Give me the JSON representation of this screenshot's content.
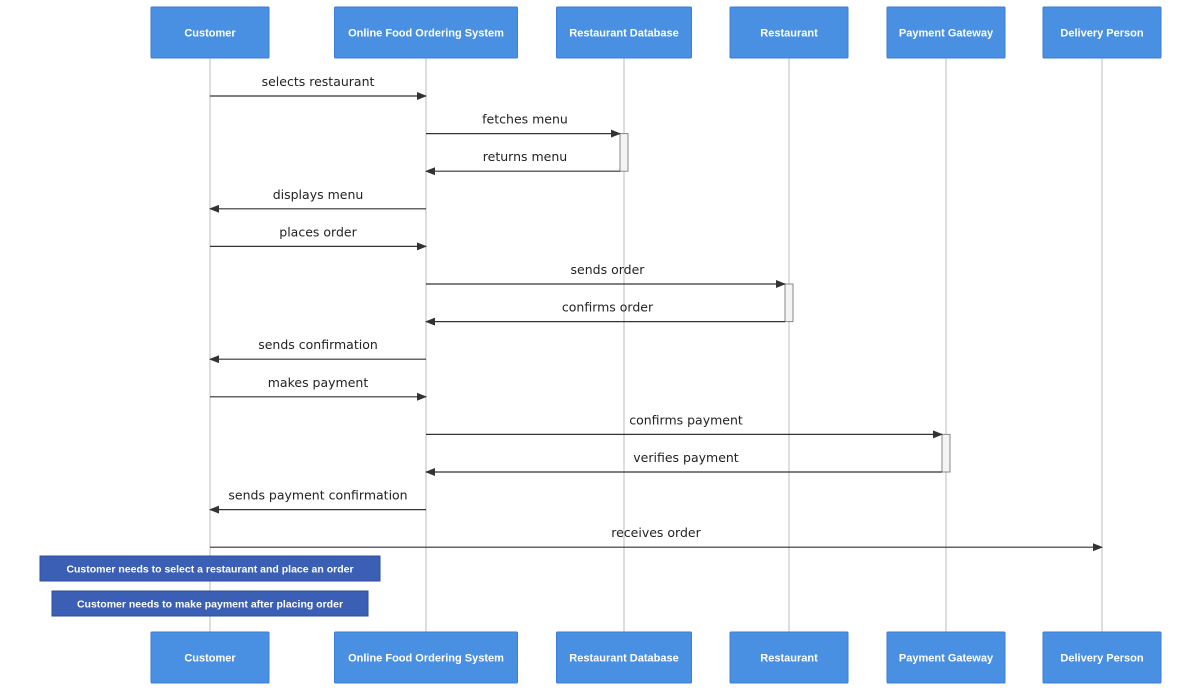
{
  "participants": [
    {
      "id": "customer",
      "label": "Customer"
    },
    {
      "id": "system",
      "label": "Online Food Ordering System"
    },
    {
      "id": "db",
      "label": "Restaurant Database"
    },
    {
      "id": "restaurant",
      "label": "Restaurant"
    },
    {
      "id": "payment",
      "label": "Payment Gateway"
    },
    {
      "id": "delivery",
      "label": "Delivery Person"
    }
  ],
  "messages": [
    {
      "from": "customer",
      "to": "system",
      "label": "selects restaurant"
    },
    {
      "from": "system",
      "to": "db",
      "label": "fetches menu"
    },
    {
      "from": "db",
      "to": "system",
      "label": "returns menu"
    },
    {
      "from": "system",
      "to": "customer",
      "label": "displays menu"
    },
    {
      "from": "customer",
      "to": "system",
      "label": "places order"
    },
    {
      "from": "system",
      "to": "restaurant",
      "label": "sends order"
    },
    {
      "from": "restaurant",
      "to": "system",
      "label": "confirms order"
    },
    {
      "from": "system",
      "to": "customer",
      "label": "sends confirmation"
    },
    {
      "from": "customer",
      "to": "system",
      "label": "makes payment"
    },
    {
      "from": "system",
      "to": "payment",
      "label": "confirms payment"
    },
    {
      "from": "payment",
      "to": "system",
      "label": "verifies payment"
    },
    {
      "from": "system",
      "to": "customer",
      "label": "sends payment confirmation"
    },
    {
      "from": "customer",
      "to": "delivery",
      "label": "receives order"
    }
  ],
  "notes": [
    {
      "label": "Customer needs to select a restaurant and place an order"
    },
    {
      "label": "Customer needs to make payment after placing order"
    }
  ],
  "colors": {
    "actor_fill": "#4a90e2",
    "note_fill": "#3a5fb5",
    "line": "#333333",
    "lifeline": "#c8c8c8"
  }
}
